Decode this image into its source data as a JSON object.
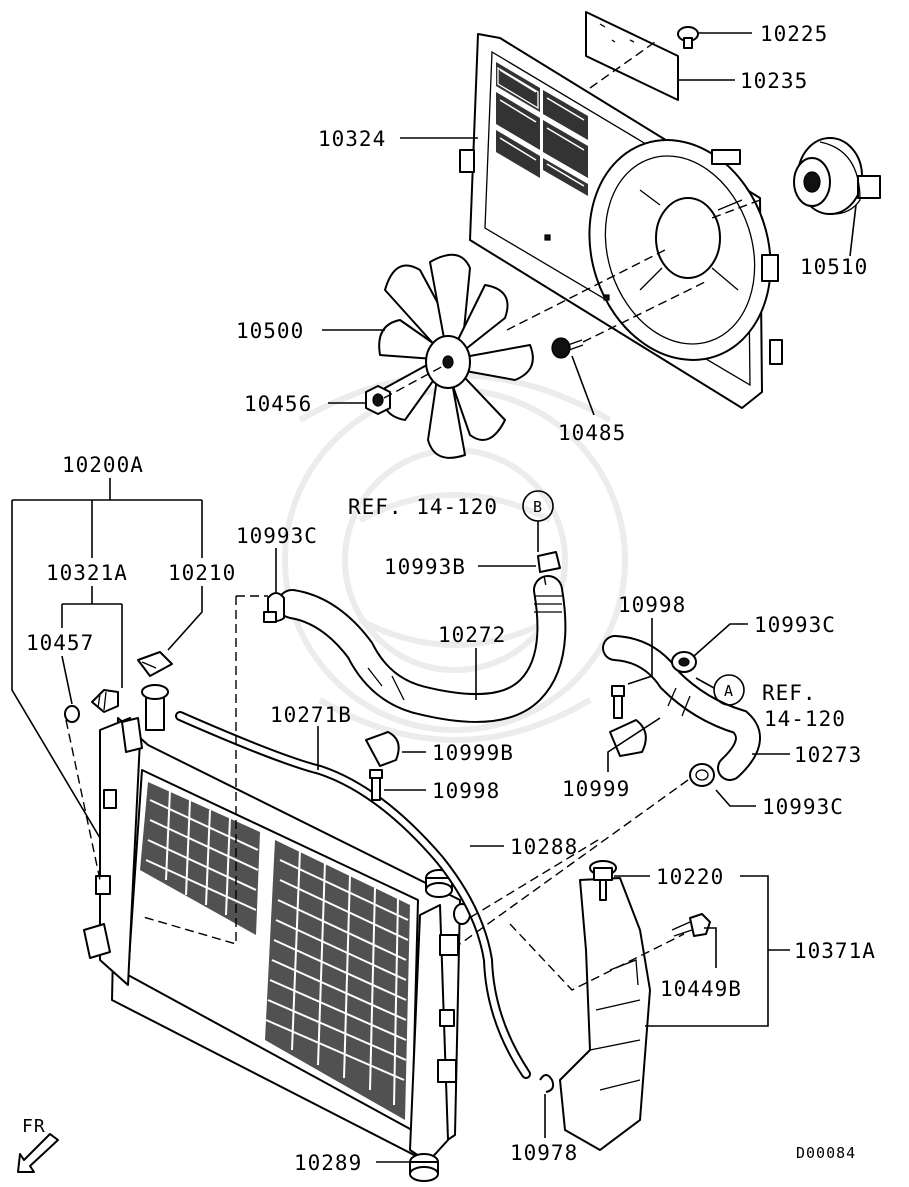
{
  "labels": {
    "p10225": "10225",
    "p10235": "10235",
    "p10324": "10324",
    "p10510": "10510",
    "p10500": "10500",
    "p10456": "10456",
    "p10485": "10485",
    "p10200A": "10200A",
    "p10321A": "10321A",
    "p10210": "10210",
    "p10457": "10457",
    "p10993C_left": "10993C",
    "ref_b": "REF. 14-120",
    "circle_b": "B",
    "p10993B": "10993B",
    "p10272": "10272",
    "p10998_top": "10998",
    "p10993C_right": "10993C",
    "circle_a": "A",
    "ref_a_line1": "REF.",
    "ref_a_line2": "14-120",
    "p10271B": "10271B",
    "p10999B": "10999B",
    "p10998_mid": "10998",
    "p10999": "10999",
    "p10273": "10273",
    "p10993C_low": "10993C",
    "p10288": "10288",
    "p10220": "10220",
    "p10371A": "10371A",
    "p10449B": "10449B",
    "p10978": "10978",
    "p10289": "10289",
    "fr": "FR",
    "code": "D00084"
  }
}
